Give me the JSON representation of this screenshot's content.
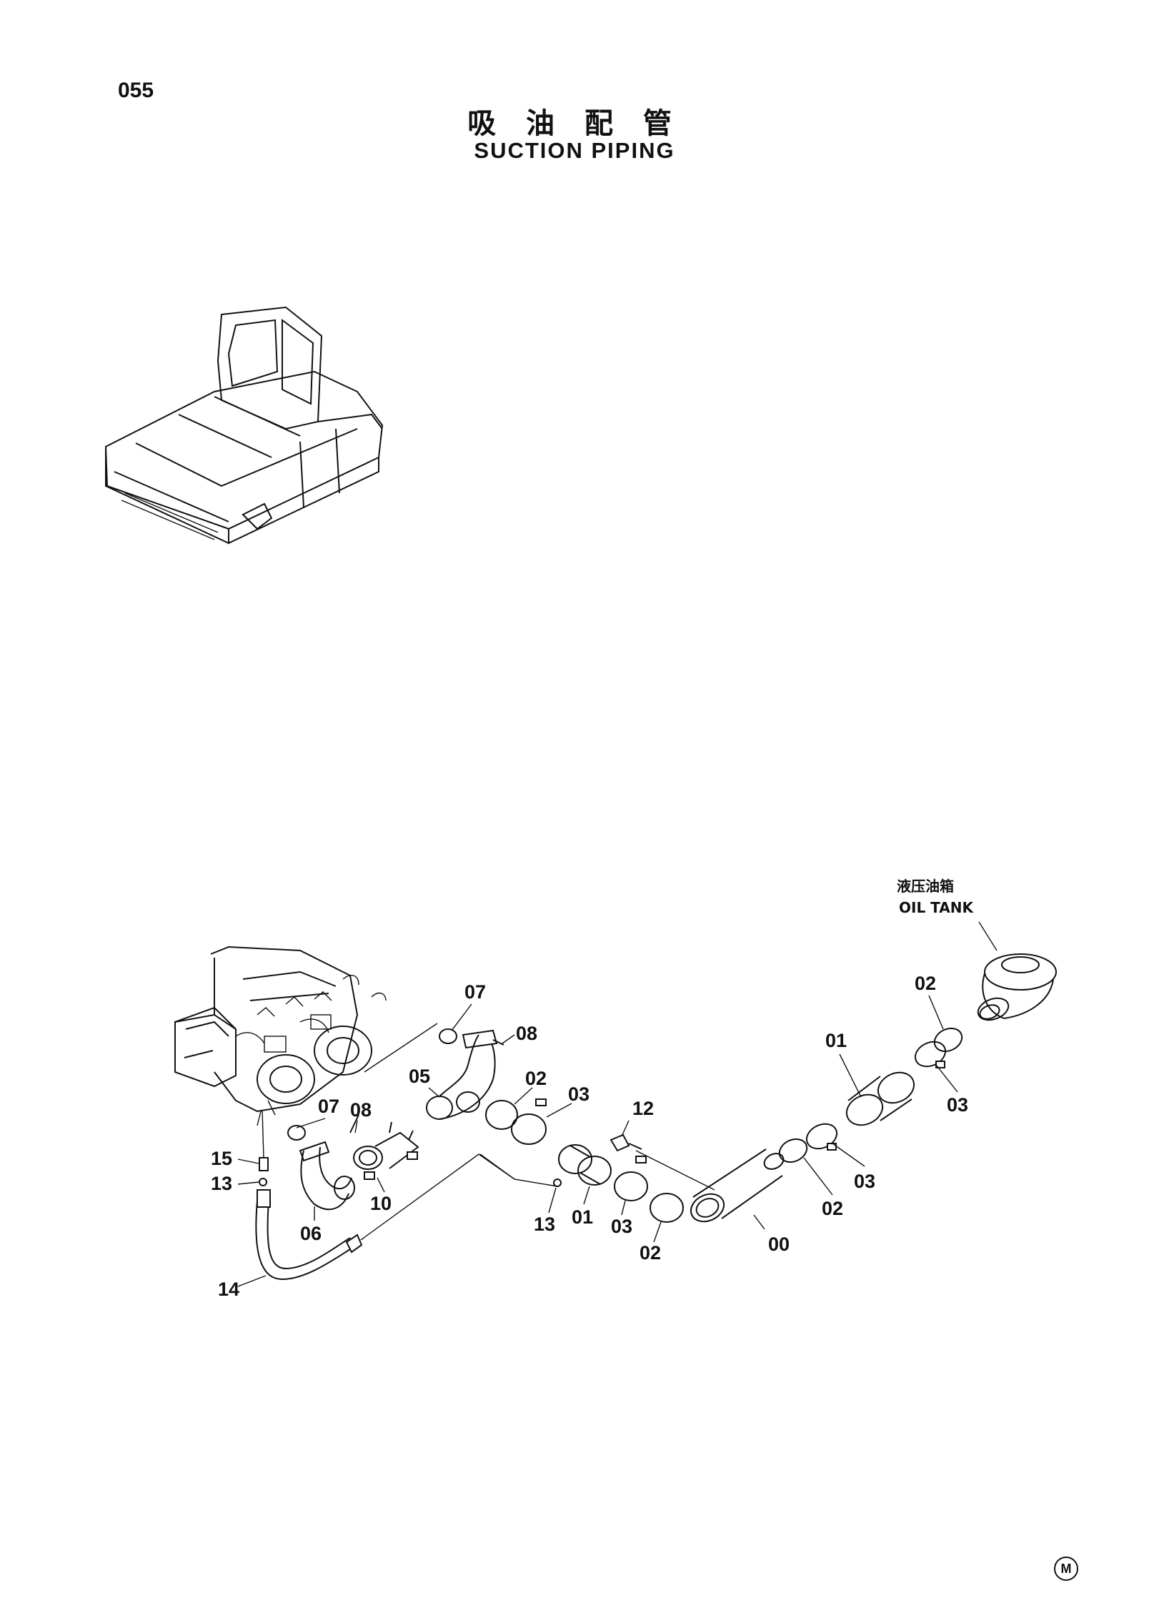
{
  "page": {
    "number": "055"
  },
  "title": {
    "chinese": "吸 油 配 管",
    "english": "SUCTION PIPING"
  },
  "oil_tank": {
    "chinese": "液压油箱",
    "english": "OIL TANK"
  },
  "callouts": [
    "07",
    "08",
    "02",
    "05",
    "02",
    "03",
    "12",
    "01",
    "03",
    "02",
    "03",
    "07",
    "08",
    "15",
    "13",
    "10",
    "06",
    "13",
    "01",
    "03",
    "02",
    "00",
    "14"
  ],
  "corner_mark": "M"
}
